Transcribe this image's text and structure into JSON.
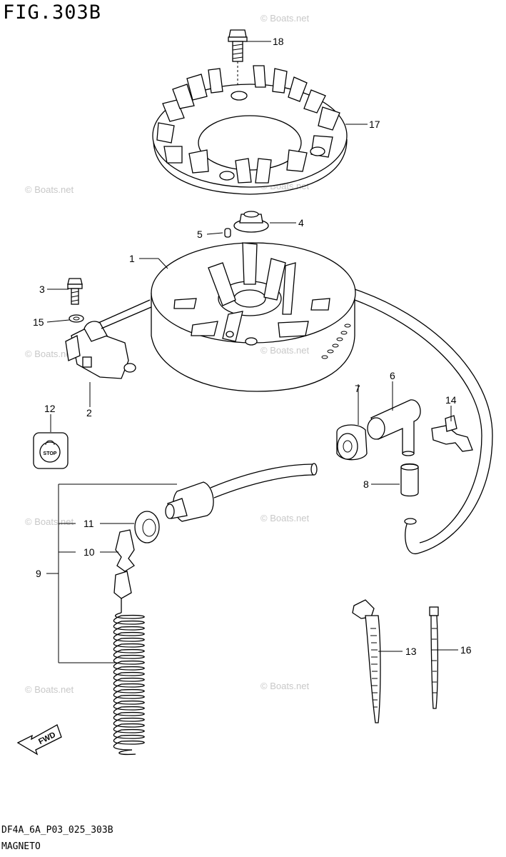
{
  "figure": {
    "title": "FIG.303B",
    "code": "DF4A_6A_P03_025_303B",
    "subtitle": "MAGNETO"
  },
  "watermark": "© Boats.net",
  "fwd_label": "FWD",
  "stop_label": "STOP",
  "callouts": [
    {
      "id": "callout-1",
      "text": "1"
    },
    {
      "id": "callout-2",
      "text": "2"
    },
    {
      "id": "callout-3",
      "text": "3"
    },
    {
      "id": "callout-4",
      "text": "4"
    },
    {
      "id": "callout-5",
      "text": "5"
    },
    {
      "id": "callout-6",
      "text": "6"
    },
    {
      "id": "callout-7",
      "text": "7"
    },
    {
      "id": "callout-8",
      "text": "8"
    },
    {
      "id": "callout-9",
      "text": "9"
    },
    {
      "id": "callout-10",
      "text": "10"
    },
    {
      "id": "callout-11",
      "text": "11"
    },
    {
      "id": "callout-12",
      "text": "12"
    },
    {
      "id": "callout-13",
      "text": "13"
    },
    {
      "id": "callout-14",
      "text": "14"
    },
    {
      "id": "callout-15",
      "text": "15"
    },
    {
      "id": "callout-16",
      "text": "16"
    },
    {
      "id": "callout-17",
      "text": "17"
    },
    {
      "id": "callout-18",
      "text": "18"
    }
  ]
}
